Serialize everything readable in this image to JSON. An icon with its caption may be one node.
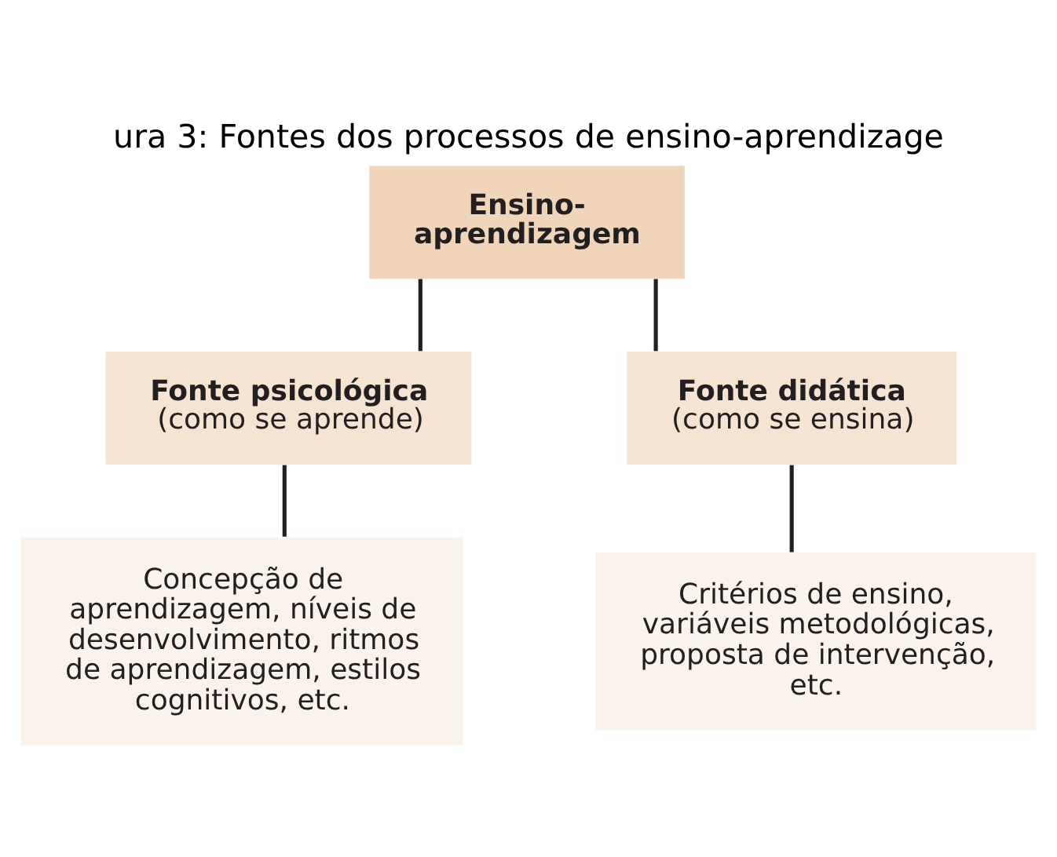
{
  "diagram": {
    "title": "ura 3: Fontes dos processos de ensino-aprendizage",
    "nodes": [
      {
        "text": [
          "Ensino-aprendizagem"
        ]
      },
      {
        "text": [
          "Fonte psicológica",
          "(como se aprende)"
        ]
      },
      {
        "text": [
          "Fonte didática",
          "(como se ensina)"
        ]
      },
      {
        "text": [
          "Concepção de aprendizagem, níveis de desenvolvimento, ritmos de aprendizagem, estilos cognitivos, etc."
        ]
      },
      {
        "text": [
          "Critérios de ensino, variáveis metodológicas, proposta de intervenção, etc."
        ]
      }
    ],
    "edges": [
      {
        "from": 0,
        "to": 1,
        "arrow": "none"
      },
      {
        "from": 0,
        "to": 2,
        "arrow": "none"
      },
      {
        "from": 1,
        "to": 3,
        "arrow": "none"
      },
      {
        "from": 2,
        "to": 4,
        "arrow": "none"
      }
    ]
  }
}
